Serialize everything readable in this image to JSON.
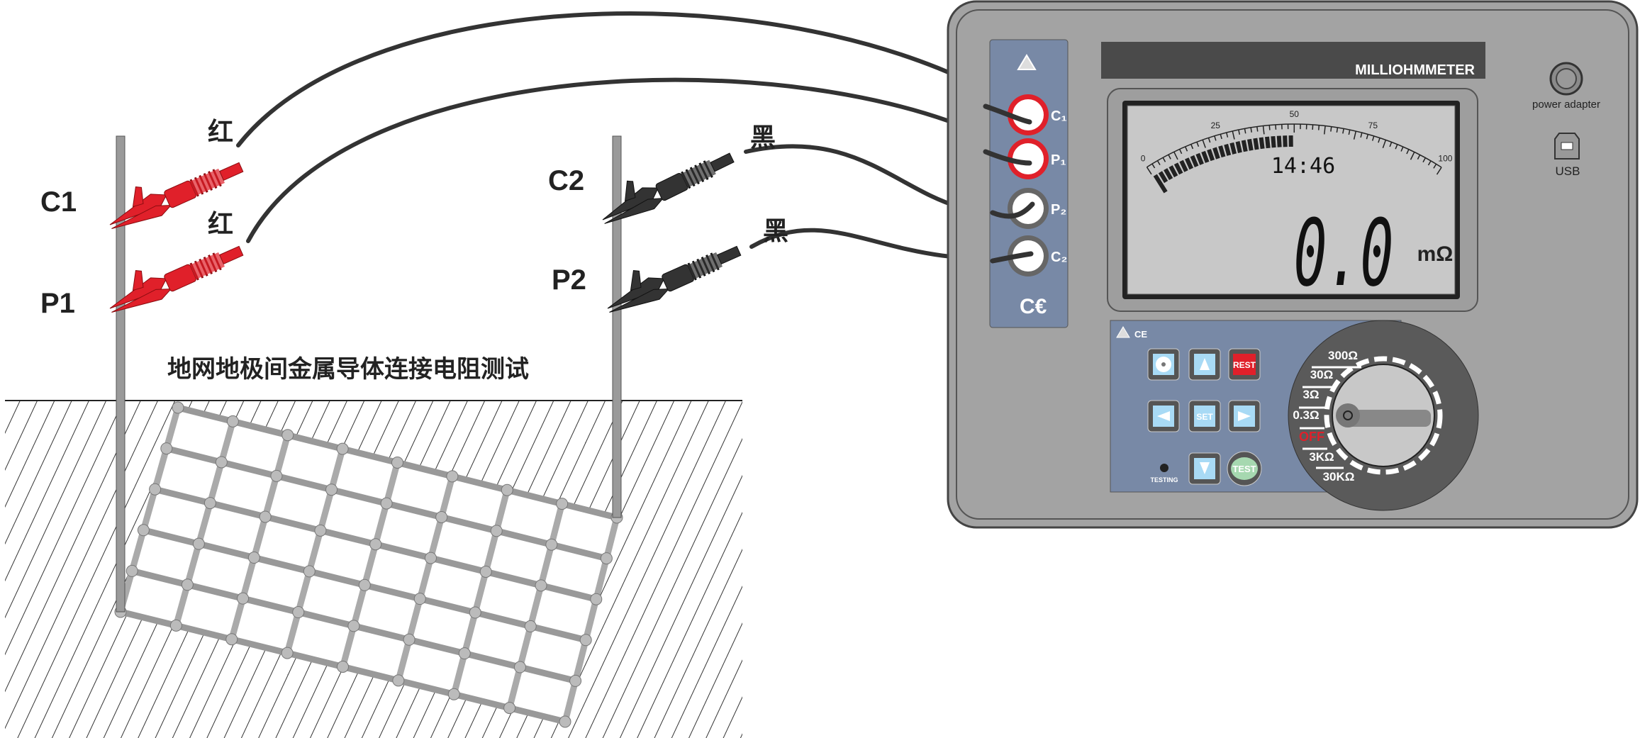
{
  "diagram": {
    "title": "地网地极间金属导体连接电阻测试",
    "clips": {
      "c1": "C1",
      "p1": "P1",
      "c2": "C2",
      "p2": "P2"
    },
    "wire_colors": {
      "red_1": "红",
      "red_2": "红",
      "black_1": "黑",
      "black_2": "黑"
    }
  },
  "meter": {
    "model_name": "MILLIOHMMETER",
    "terminals": [
      "C₁",
      "P₁",
      "P₂",
      "C₂"
    ],
    "power_adapter_label": "power adapter",
    "usb_label": "USB",
    "lcd": {
      "scale_labels": [
        "0",
        "25",
        "50",
        "75",
        "100"
      ],
      "time": "14:46",
      "reading": "0.0",
      "unit": "mΩ"
    },
    "keypad": {
      "rest": "REST",
      "set": "SET",
      "test": "TEST",
      "testing": "TESTING",
      "ce_mark": "CE"
    },
    "dial_ranges": [
      "300Ω",
      "30Ω",
      "3Ω",
      "0.3Ω",
      "OFF",
      "3KΩ",
      "30KΩ"
    ],
    "colors": {
      "body": "#a3a3a3",
      "panel": "#7889a6",
      "lcd": "#c8c8c8",
      "red": "#e0202a",
      "key": "#a8daf5",
      "test_key": "#a6d8b0"
    }
  }
}
